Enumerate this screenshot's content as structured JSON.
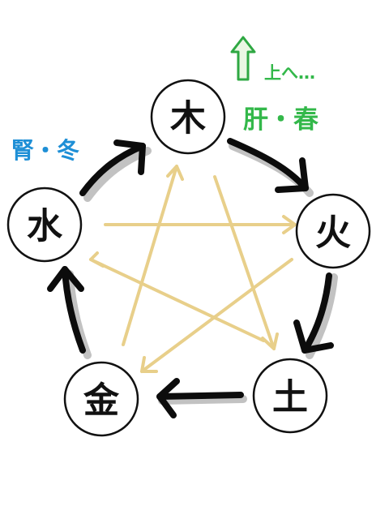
{
  "nodes": {
    "wood": {
      "label": "木"
    },
    "fire": {
      "label": "火"
    },
    "earth": {
      "label": "土"
    },
    "metal": {
      "label": "金"
    },
    "water": {
      "label": "水"
    }
  },
  "annotations": {
    "wood_upward": "上へ…",
    "wood_organ_season": "肝・春",
    "water_organ_season": "腎・冬"
  },
  "colors": {
    "generating_arrow": "#0c0c0c",
    "controlling_arrow": "#e8cf8a",
    "wood_annotation": "#33b84a",
    "water_annotation": "#1e8fd6"
  },
  "icons": {
    "wood_direction": "up-arrow-icon"
  }
}
